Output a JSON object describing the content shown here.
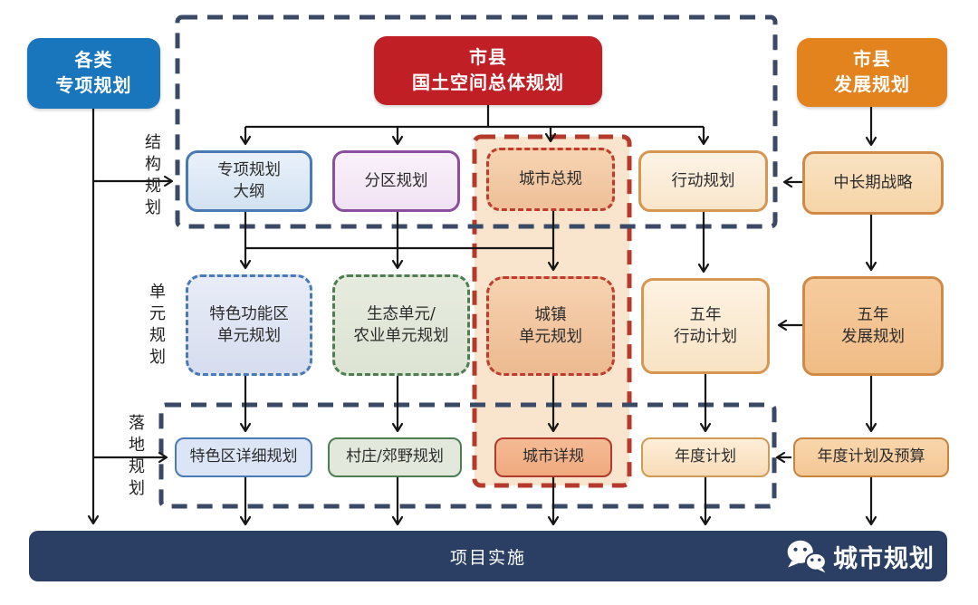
{
  "palette": {
    "blue_box": "#1a76bc",
    "red_box": "#c01f26",
    "orange_box": "#e3831e",
    "navy_bar": "#2a3f63",
    "navy_dashed_frame": "#3a4a66",
    "red_dashed_frame": "#b53a2c",
    "orange_region_fill": "#f9e4cd",
    "connector_line": "#161616"
  },
  "side_labels": {
    "structure": "结\n构\n规\n划",
    "unit": "单\n元\n规\n划",
    "grounding": "落\n地\n规\n划"
  },
  "boxes": {
    "various_special_plans": "各类\n专项规划",
    "territorial_master_plan": "市县\n国土空间总体规划",
    "development_plan": "市县\n发展规划",
    "special_plan_outline": "专项规划\n大纲",
    "district_plan": "分区规划",
    "city_master_plan": "城市总规",
    "action_plan": "行动规划",
    "mid_long_term_strategy": "中长期战略",
    "featured_zone_unit_plan": "特色功能区\n单元规划",
    "eco_agri_unit_plan": "生态单元/\n农业单元规划",
    "town_unit_plan": "城镇\n单元规划",
    "five_year_action_plan": "五年\n行动计划",
    "five_year_development_plan": "五年\n发展规划",
    "featured_zone_detailed_plan": "特色区详细规划",
    "village_countryside_plan": "村庄/郊野规划",
    "city_detailed_plan": "城市详规",
    "annual_plan": "年度计划",
    "annual_plan_and_budget": "年度计划及预算"
  },
  "footer": {
    "label": "项目实施",
    "brand": "城市规划"
  }
}
